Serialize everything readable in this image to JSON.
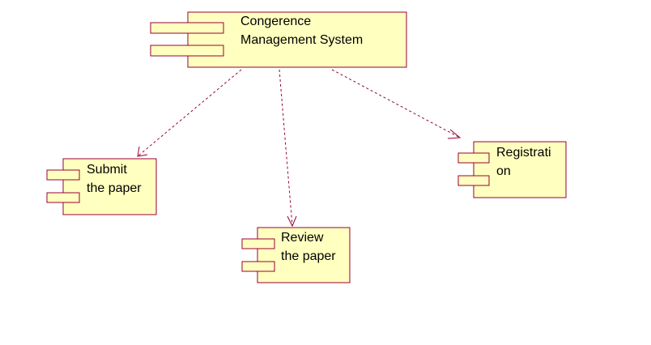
{
  "colors": {
    "background": "#ffffff",
    "component_fill": "#ffffc0",
    "component_stroke": "#990033",
    "text": "#000000"
  },
  "components": {
    "main": {
      "line1": "Congerence",
      "line2": "Management System"
    },
    "submit": {
      "line1": "Submit",
      "line2": "the paper"
    },
    "review": {
      "line1": "Review",
      "line2": "the paper"
    },
    "registration": {
      "line1": "Registrati",
      "line2": "on"
    }
  },
  "dependencies": [
    {
      "from": "Congerence Management System",
      "to": "Submit the paper",
      "style": "dashed-arrow"
    },
    {
      "from": "Congerence Management System",
      "to": "Review the paper",
      "style": "dashed-arrow"
    },
    {
      "from": "Congerence Management System",
      "to": "Registration",
      "style": "dashed-arrow"
    }
  ]
}
